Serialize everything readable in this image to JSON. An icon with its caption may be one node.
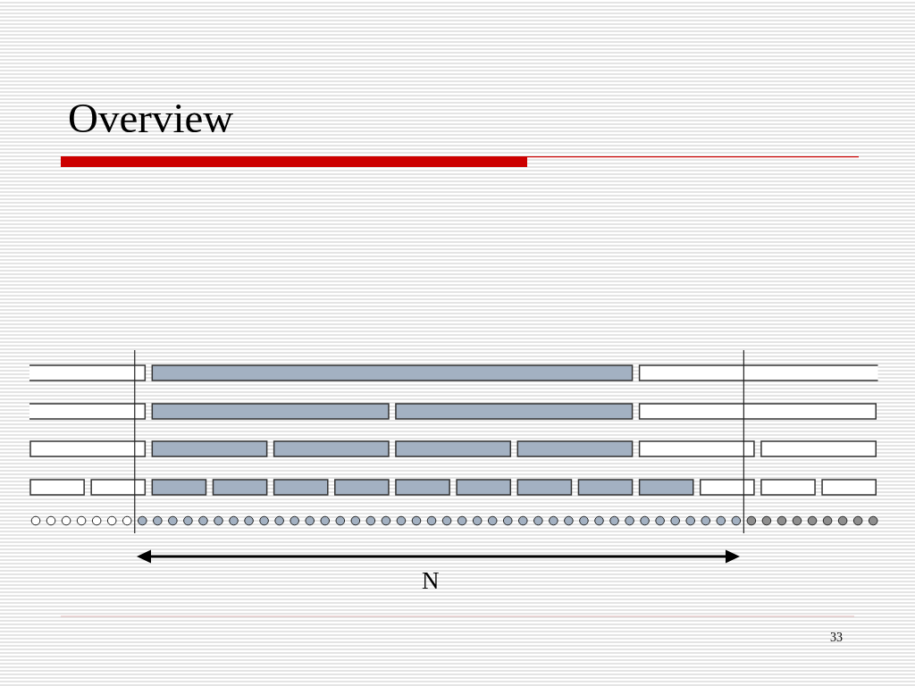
{
  "diagram": {
    "title": "Overview",
    "labels": [
      "N",
      "33"
    ]
  }
}
